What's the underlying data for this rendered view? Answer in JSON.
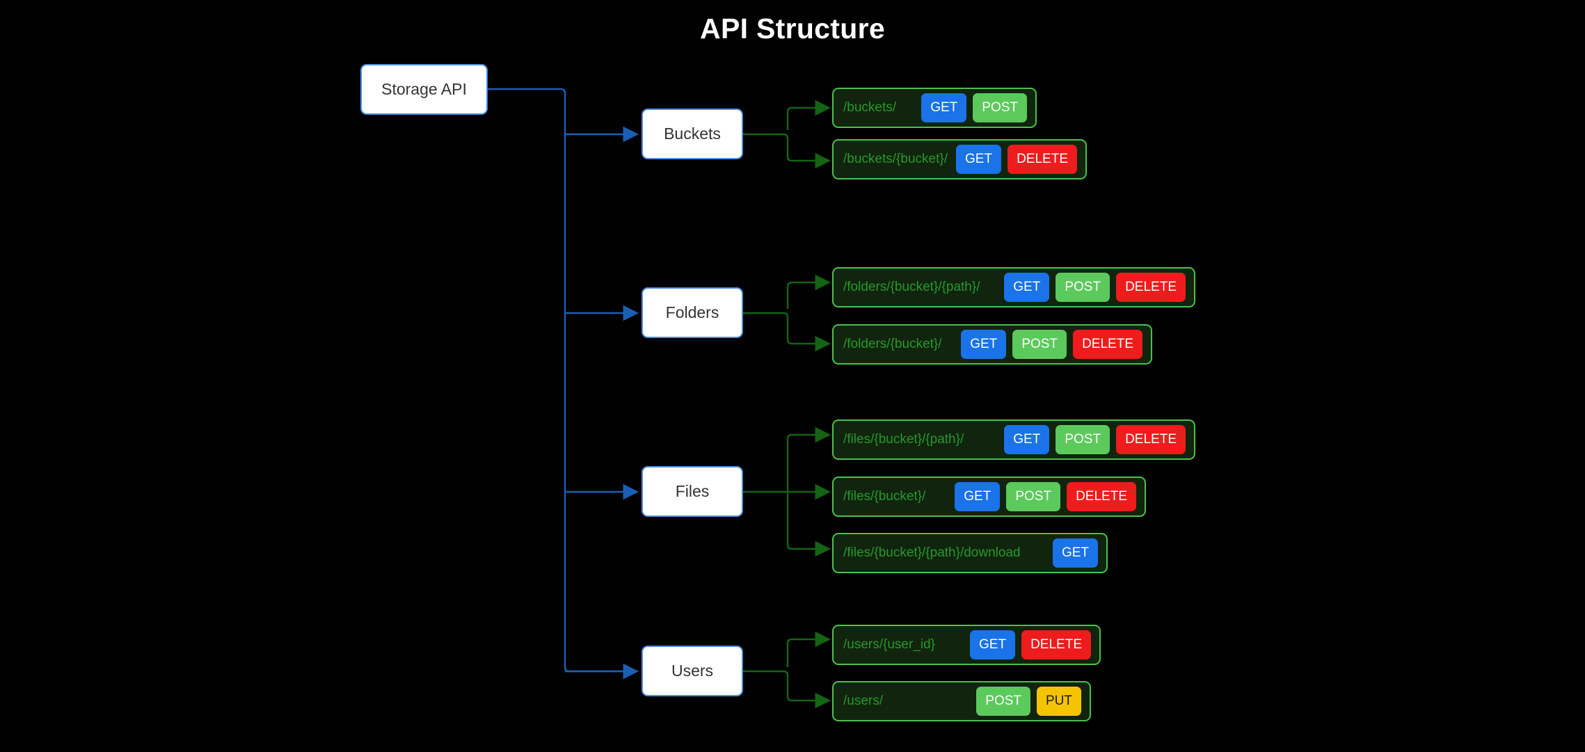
{
  "title": "API Structure",
  "colors": {
    "background": "#000000",
    "title_text": "#ffffff",
    "node_fill": "#ffffff",
    "node_border": "#4a90e2",
    "node_text": "#333333",
    "endpoint_fill": "#10240e",
    "endpoint_border": "#4cc14c",
    "endpoint_text": "#28992b",
    "link_blue": "#1a5fb4",
    "link_green": "#146414",
    "method_get": "#1a73e8",
    "method_post": "#5cc95c",
    "method_delete": "#ee1c1c",
    "method_put": "#f5c400"
  },
  "root": {
    "label": "Storage API"
  },
  "groups": [
    {
      "id": "buckets",
      "label": "Buckets",
      "endpoints": [
        {
          "path": "/buckets/",
          "methods": [
            "GET",
            "POST"
          ]
        },
        {
          "path": "/buckets/{bucket}/",
          "methods": [
            "GET",
            "DELETE"
          ]
        }
      ]
    },
    {
      "id": "folders",
      "label": "Folders",
      "endpoints": [
        {
          "path": "/folders/{bucket}/{path}/",
          "methods": [
            "GET",
            "POST",
            "DELETE"
          ]
        },
        {
          "path": "/folders/{bucket}/",
          "methods": [
            "GET",
            "POST",
            "DELETE"
          ]
        }
      ]
    },
    {
      "id": "files",
      "label": "Files",
      "endpoints": [
        {
          "path": "/files/{bucket}/{path}/",
          "methods": [
            "GET",
            "POST",
            "DELETE"
          ]
        },
        {
          "path": "/files/{bucket}/",
          "methods": [
            "GET",
            "POST",
            "DELETE"
          ]
        },
        {
          "path": "/files/{bucket}/{path}/download",
          "methods": [
            "GET"
          ]
        }
      ]
    },
    {
      "id": "users",
      "label": "Users",
      "endpoints": [
        {
          "path": "/users/{user_id}",
          "methods": [
            "GET",
            "DELETE"
          ]
        },
        {
          "path": "/users/",
          "methods": [
            "POST",
            "PUT"
          ]
        }
      ]
    }
  ]
}
